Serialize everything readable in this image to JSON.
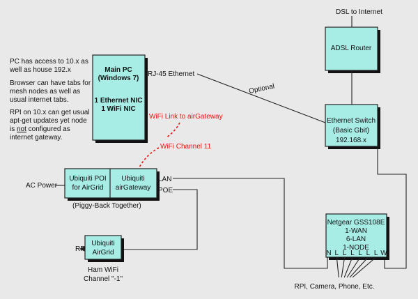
{
  "pc_notes": [
    [
      "PC has access to 10.x as",
      "well as house 192.x"
    ],
    [
      "Browser can have tabs for",
      "mesh nodes as well as",
      "usual internet tabs."
    ],
    [
      "RPI on 10.x can get usual",
      "apt-get updates yet node",
      "is ",
      "not",
      " configured as",
      "internet gateway."
    ]
  ],
  "main_pc": {
    "title_line1": "Main PC",
    "title_line2": "(Windows 7)",
    "nic_line1": "1 Ethernet NIC",
    "nic_line2": "1 WiFi NIC"
  },
  "dsl_label": "DSL to Internet",
  "adsl_router": "ADSL Router",
  "rj45_label": "RJ-45 Ethernet",
  "optional_label": "Optional",
  "switch": {
    "line1": "Ethernet Switch",
    "line2": "(Basic Gbit)",
    "line3": "192.168.x"
  },
  "wifi_link_label": "WiFi Link to airGateway",
  "wifi_channel_label": "WiFi Channel 11",
  "ac_power_label": "AC Power",
  "poi": {
    "line1": "Ubiquiti POI",
    "line2": "for AirGrid"
  },
  "airgateway": {
    "line1": "Ubiquiti",
    "line2": "airGateway"
  },
  "lan_label": "LAN",
  "poe_label": "POE",
  "piggyback_label": "(Piggy-Back Together)",
  "rf_label": "RF",
  "airgrid": {
    "line1": "Ubiquiti",
    "line2": "AirGrid"
  },
  "ham_wifi": {
    "line1": "Ham WiFi",
    "line2": "Channel \"-1\""
  },
  "netgear": {
    "line1": "Netgear GSS108E",
    "line2": "1-WAN",
    "line3": "6-LAN",
    "line4": "1-NODE"
  },
  "port_labels": [
    "N",
    "L",
    "L",
    "L",
    "L",
    "L",
    "L",
    "W"
  ],
  "devices_label": "RPI, Camera, Phone, Etc.",
  "colors": {
    "background": "#e9e9e9",
    "box_fill": "#a8ece6",
    "wifi_link": "#e11111",
    "line": "#222222"
  }
}
